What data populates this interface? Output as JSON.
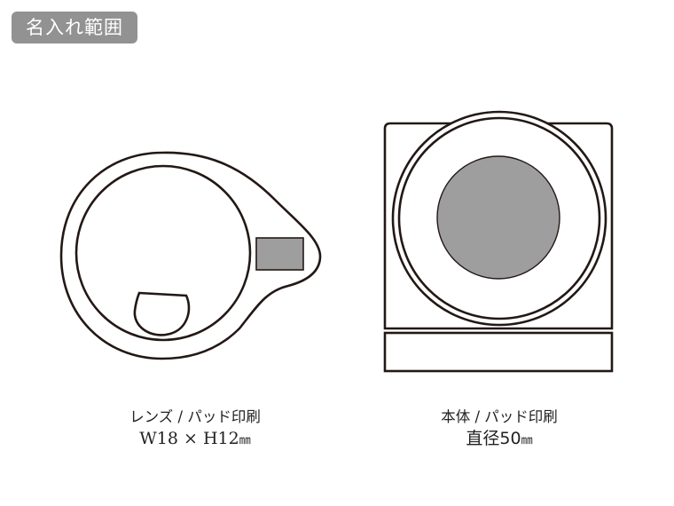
{
  "header": {
    "badge_label": "名入れ範囲",
    "badge_color": "#929292"
  },
  "colors": {
    "stroke": "#231815",
    "print_area_fill": "#9d9e9d"
  },
  "items": [
    {
      "name": "lens",
      "caption_line1": "レンズ / パッド印刷",
      "caption_line2_prefix": "W18 × H12",
      "caption_line2_unit": "㎜"
    },
    {
      "name": "body",
      "caption_line1": "本体 / パッド印刷",
      "caption_line2_prefix": "直径50",
      "caption_line2_unit": "㎜"
    }
  ]
}
